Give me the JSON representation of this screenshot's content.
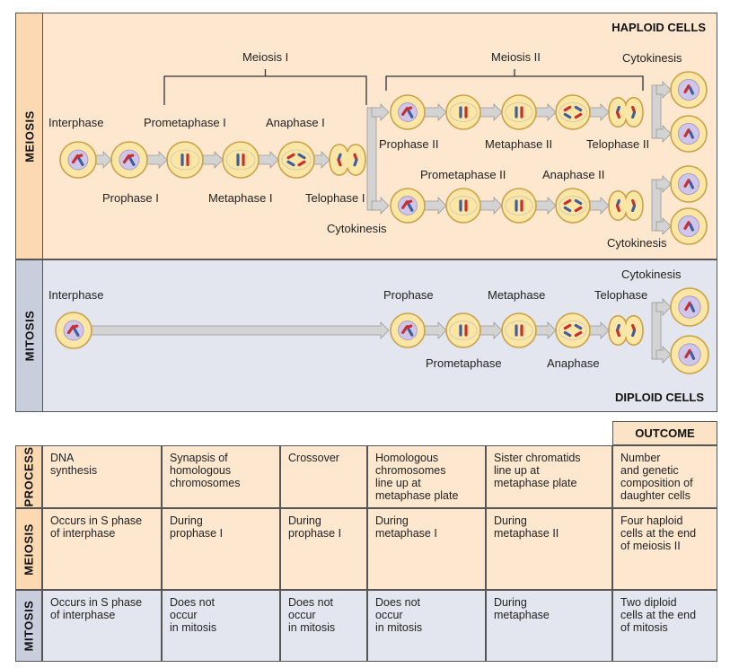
{
  "meiosis_panel": {
    "side_label": "MEIOSIS",
    "corner_label": "HAPLOID CELLS",
    "bracket_labels": {
      "meiosis_1": "Meiosis I",
      "meiosis_2": "Meiosis II"
    },
    "stages": {
      "interphase": "Interphase",
      "prophase_1": "Prophase I",
      "prometaphase_1": "Prometaphase I",
      "metaphase_1": "Metaphase I",
      "anaphase_1": "Anaphase I",
      "telophase_1": "Telophase I",
      "cytokinesis_1": "Cytokinesis",
      "prophase_2": "Prophase II",
      "metaphase_2": "Metaphase II",
      "telophase_2": "Telophase II",
      "cytokinesis_top": "Cytokinesis",
      "prometaphase_2": "Prometaphase II",
      "anaphase_2": "Anaphase II",
      "cytokinesis_bottom": "Cytokinesis"
    }
  },
  "mitosis_panel": {
    "side_label": "MITOSIS",
    "corner_label": "DIPLOID CELLS",
    "stages": {
      "interphase": "Interphase",
      "prophase": "Prophase",
      "prometaphase": "Prometaphase",
      "metaphase": "Metaphase",
      "anaphase": "Anaphase",
      "telophase": "Telophase",
      "cytokinesis": "Cytokinesis"
    }
  },
  "comparison_table": {
    "outcome_header": "OUTCOME",
    "rows": [
      {
        "label": "PROCESS",
        "cells": [
          "DNA\nsynthesis",
          "Synapsis of\nhomologous\nchromosomes",
          "Crossover",
          "Homologous\nchromosomes\nline up at\nmetaphase plate",
          "Sister chromatids\nline up at\nmetaphase plate",
          "Number\nand genetic\ncomposition of\ndaughter cells"
        ]
      },
      {
        "label": "MEIOSIS",
        "cells": [
          "Occurs in S phase\nof interphase",
          "During\nprophase I",
          "During\nprophase I",
          "During\nmetaphase I",
          "During\nmetaphase II",
          "Four haploid\ncells at the end\nof meiosis II"
        ]
      },
      {
        "label": "MITOSIS",
        "cells": [
          "Occurs in S phase\nof interphase",
          "Does not\noccur\nin mitosis",
          "Does not\noccur\nin mitosis",
          "Does not\noccur\nin mitosis",
          "During\nmetaphase",
          "Two diploid\ncells at the end\nof mitosis"
        ]
      }
    ]
  },
  "colors": {
    "meiosis_bg": "#fde8cf",
    "meiosis_tab": "#fcd9b0",
    "mitosis_bg": "#e3e6ef",
    "mitosis_tab": "#c9cedd",
    "cell_fill": "#fbe6a6",
    "cell_stroke": "#c9a24a",
    "nucleus_fill": "#cfc6ea",
    "chromosome_red": "#c8302e",
    "chromosome_blue": "#3f5f9c",
    "arrow_fill": "#d3d3d3"
  }
}
